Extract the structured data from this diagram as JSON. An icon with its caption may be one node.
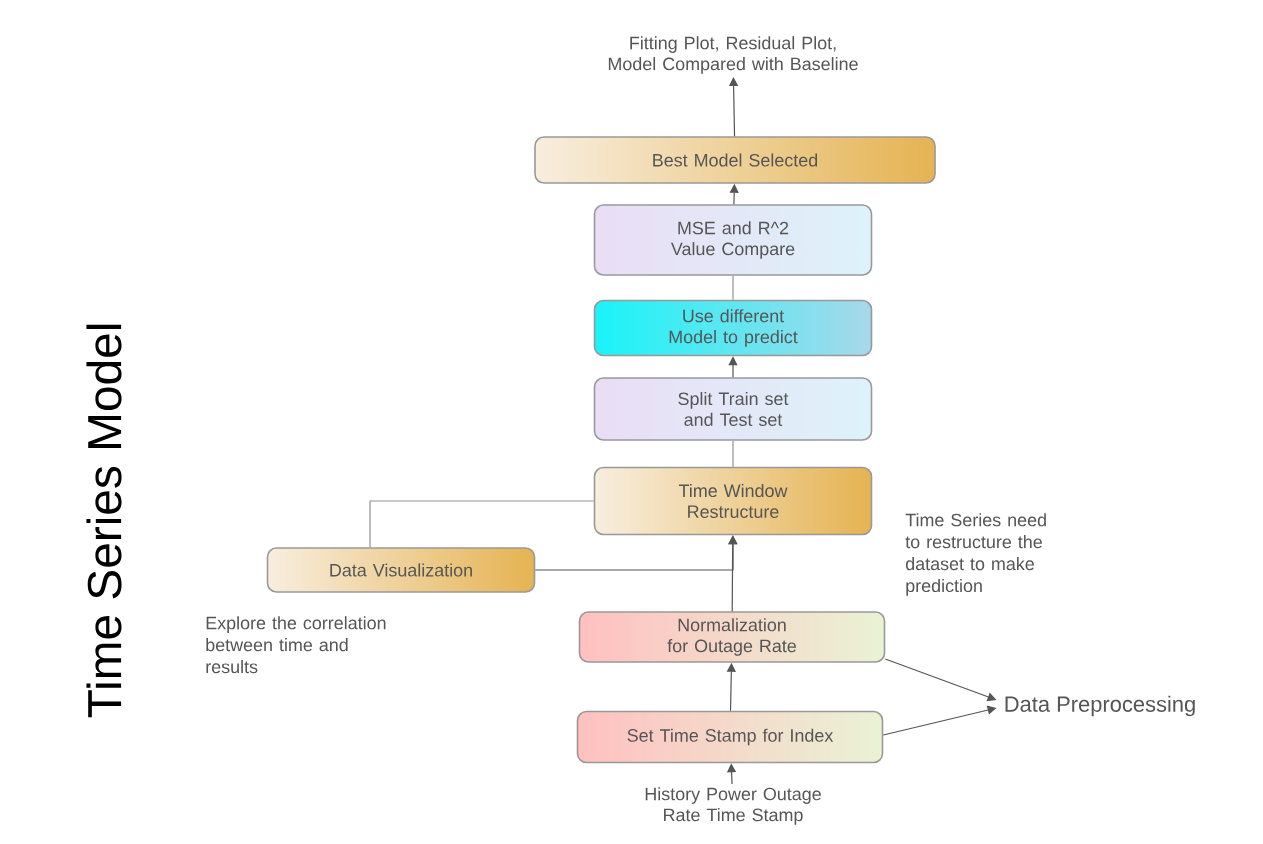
{
  "diagram": {
    "title": "Time Series Model",
    "nodes": [
      {
        "text": [
          "Fitting Plot, Residual Plot, Model Compared with Baseline"
        ]
      },
      {
        "text": [
          "Best Model Selected"
        ]
      },
      {
        "text": [
          "MSE and R^2 Value Compare"
        ]
      },
      {
        "text": [
          "Use different Model to predict"
        ]
      },
      {
        "text": [
          "Split Train set and Test set"
        ]
      },
      {
        "text": [
          "Time Window Restructure"
        ],
        "beside": [
          "Time Series need to restructure the dataset to make prediction"
        ]
      },
      {
        "text": [
          "Data Visualization"
        ],
        "beside": [
          "Explore the correlation between time and results"
        ]
      },
      {
        "text": [
          "Normalization for Outage Rate"
        ]
      },
      {
        "text": [
          "Set Time Stamp for Index"
        ]
      },
      {
        "text": [
          "History Power Outage Rate Time Stamp"
        ]
      },
      {
        "text": [
          "Data Preprocessing"
        ]
      }
    ],
    "edges": [
      {
        "from": 1,
        "to": 0,
        "arrow": "to"
      },
      {
        "from": 2,
        "to": 1,
        "arrow": "to"
      },
      {
        "from": 3,
        "to": 2,
        "arrow": "none"
      },
      {
        "from": 4,
        "to": 3,
        "arrow": "to"
      },
      {
        "from": 5,
        "to": 4,
        "arrow": "none"
      },
      {
        "from": 6,
        "to": 5,
        "arrow": "none"
      },
      {
        "from": 6,
        "to": 5,
        "arrow": "to"
      },
      {
        "from": 7,
        "to": 5,
        "arrow": "to"
      },
      {
        "from": 8,
        "to": 7,
        "arrow": "to"
      },
      {
        "from": 9,
        "to": 8,
        "arrow": "to"
      },
      {
        "from": 7,
        "to": 10,
        "arrow": "to"
      },
      {
        "from": 8,
        "to": 10,
        "arrow": "to"
      }
    ]
  }
}
